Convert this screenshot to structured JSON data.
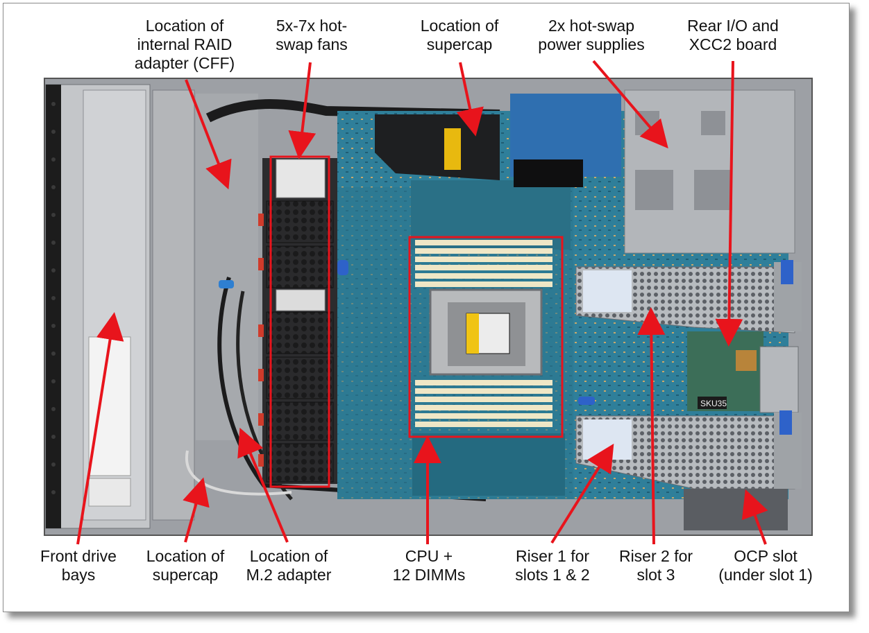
{
  "image": {
    "description_icon": "server-top-view-photo",
    "annotation_color": "#e8141c"
  },
  "labels_top": {
    "raid": [
      "Location of",
      "internal RAID",
      "adapter (CFF)"
    ],
    "fans": [
      "5x-7x hot-",
      "swap fans"
    ],
    "supercap_top": [
      "Location of",
      "supercap"
    ],
    "psu": [
      "2x hot-swap",
      "power supplies"
    ],
    "rear_io": [
      "Rear I/O and",
      "XCC2 board"
    ]
  },
  "labels_bottom": {
    "front_drive": [
      "Front drive",
      "bays"
    ],
    "supercap_bottom": [
      "Location of",
      "supercap"
    ],
    "m2": [
      "Location of",
      "M.2 adapter"
    ],
    "cpu": [
      "CPU +",
      "12 DIMMs"
    ],
    "riser1": [
      "Riser 1 for",
      "slots 1 & 2"
    ],
    "riser2": [
      "Riser 2 for",
      "slot 3"
    ],
    "ocp": [
      "OCP slot",
      "(under slot 1)"
    ]
  },
  "chip_labels": {
    "sku": "SKU35"
  }
}
